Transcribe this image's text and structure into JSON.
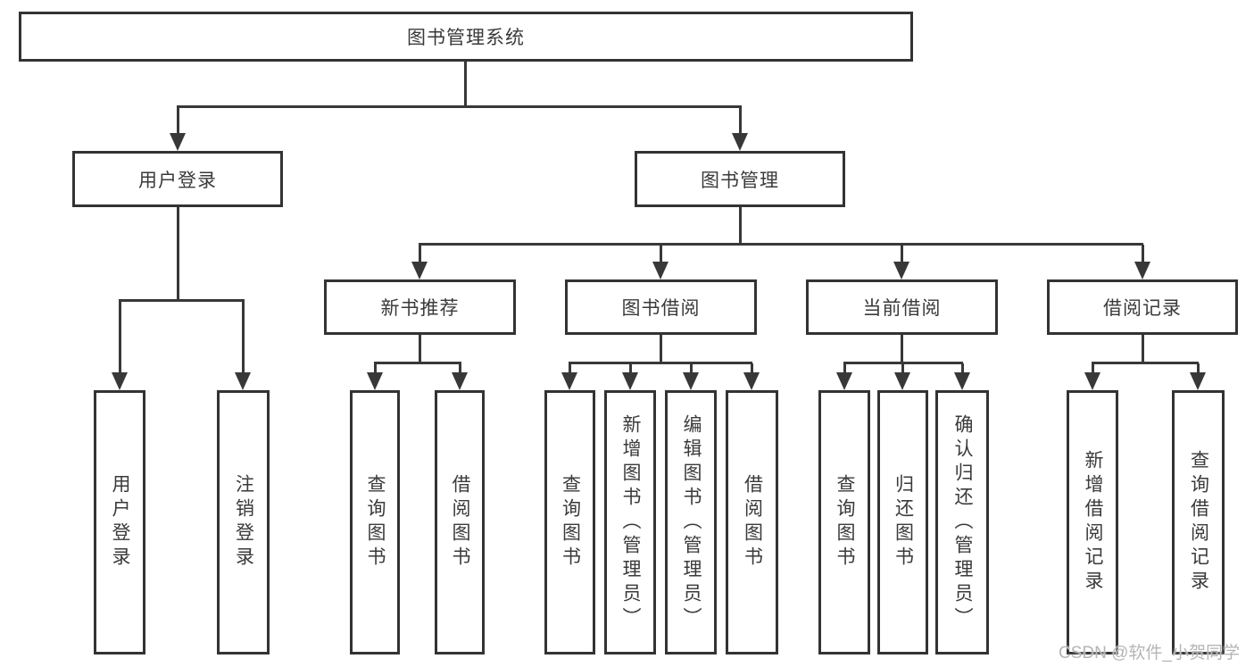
{
  "colors": {
    "line": "#383838",
    "box_border": "#333333",
    "text": "#3a3a3a",
    "background": "#ffffff",
    "watermark": "#b5b5b5"
  },
  "watermark": {
    "text": "CSDN @软件_小贺同学"
  },
  "tree": {
    "root": {
      "label": "图书管理系统"
    },
    "level2": [
      {
        "label": "用户登录"
      },
      {
        "label": "图书管理"
      }
    ],
    "level3": [
      {
        "label": "新书推荐"
      },
      {
        "label": "图书借阅"
      },
      {
        "label": "当前借阅"
      },
      {
        "label": "借阅记录"
      }
    ],
    "leaves": {
      "user_login": [
        {
          "label": "用户登录"
        },
        {
          "label": "注销登录"
        }
      ],
      "new_books": [
        {
          "label": "查询图书"
        },
        {
          "label": "借阅图书"
        }
      ],
      "book_borrow": [
        {
          "label": "查询图书"
        },
        {
          "label": "新增图书（管理员）"
        },
        {
          "label": "编辑图书（管理员）"
        },
        {
          "label": "借阅图书"
        }
      ],
      "current_borrow": [
        {
          "label": "查询图书"
        },
        {
          "label": "归还图书"
        },
        {
          "label": "确认归还（管理员）"
        }
      ],
      "borrow_records": [
        {
          "label": "新增借阅记录"
        },
        {
          "label": "查询借阅记录"
        }
      ]
    }
  }
}
